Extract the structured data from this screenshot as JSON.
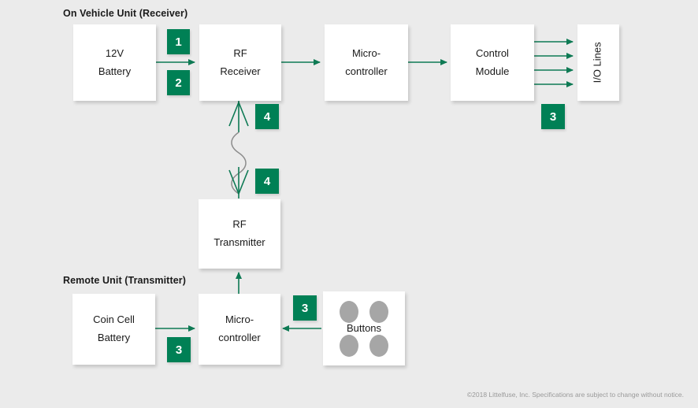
{
  "meta": {
    "background_color": "#ebebeb",
    "accent_color": "#008055",
    "block_fill": "#ffffff",
    "arrow_color": "#0e7a54",
    "wave_color": "#8c8c8c",
    "dot_color": "#a6a6a6"
  },
  "sections": {
    "receiver_label": "On Vehicle Unit (Receiver)",
    "transmitter_label": "Remote Unit (Transmitter)"
  },
  "blocks": {
    "battery_12v": {
      "line1": "12V",
      "line2": "Battery"
    },
    "rf_receiver": {
      "line1": "RF",
      "line2": "Receiver"
    },
    "mcu_receiver": {
      "line1": "Micro-",
      "line2": "controller"
    },
    "control_module": {
      "line1": "Control",
      "line2": "Module"
    },
    "io_lines": {
      "line1": "I/O Lines"
    },
    "rf_transmitter": {
      "line1": "RF",
      "line2": "Transmitter"
    },
    "coin_cell": {
      "line1": "Coin Cell",
      "line2": "Battery"
    },
    "mcu_transmitter": {
      "line1": "Micro-",
      "line2": "controller"
    },
    "buttons": {
      "line1": "Buttons"
    }
  },
  "badges": {
    "battery_to_rf_top": "1",
    "battery_to_rf_bottom": "2",
    "antenna_upper": "4",
    "antenna_lower": "4",
    "control_module_io": "3",
    "coin_cell_mcu": "3",
    "buttons_mcu": "3"
  },
  "icons": {
    "antenna_receive": "antenna-receive-icon",
    "antenna_transmit": "antenna-transmit-icon",
    "rf_wave": "rf-wave-icon",
    "button_dot": "button-dot-icon"
  },
  "footer": {
    "copyright": "©2018 Littelfuse, Inc. Specifications are subject to change without notice."
  }
}
